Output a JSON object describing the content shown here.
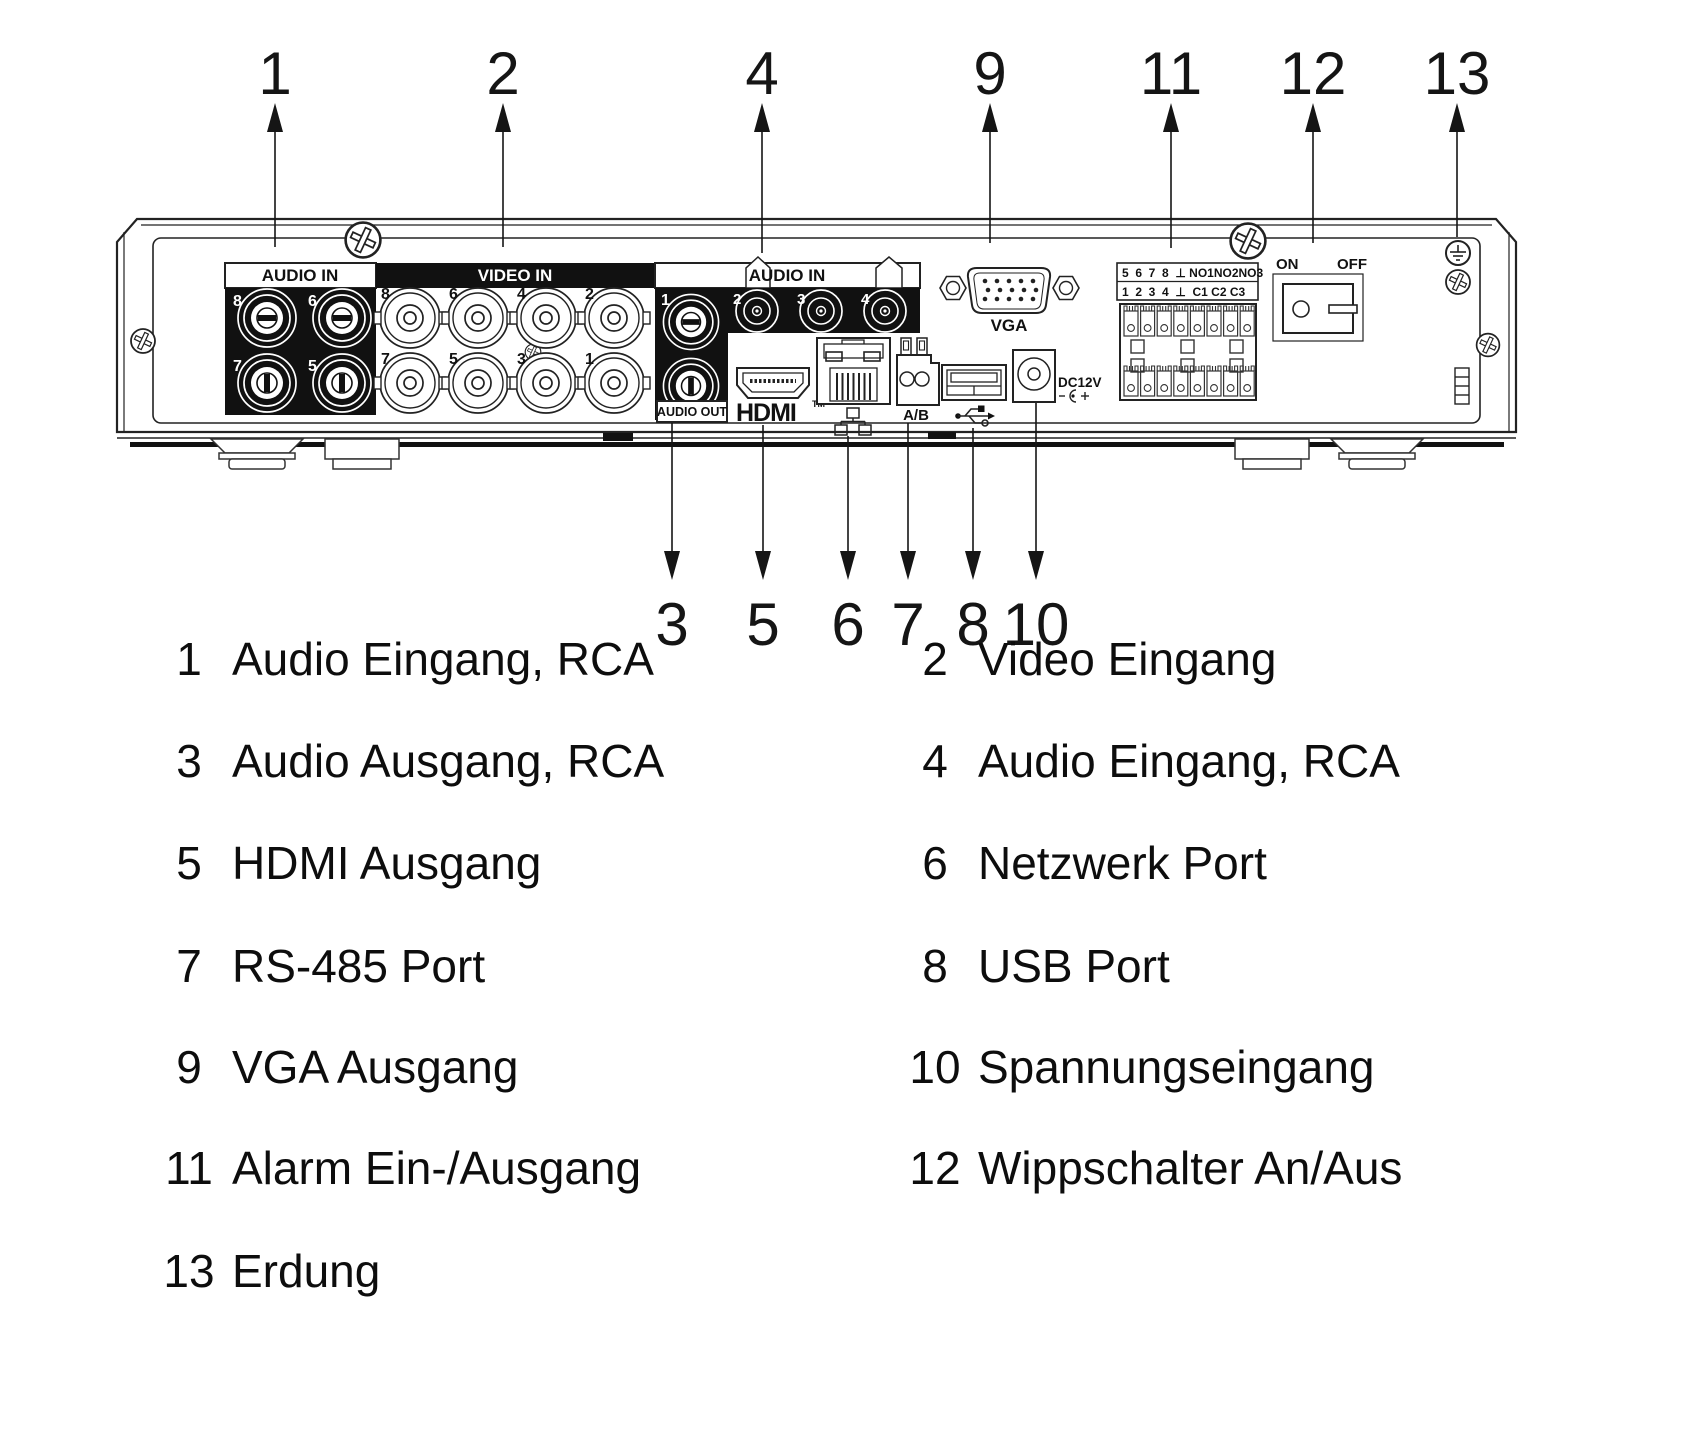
{
  "callouts": {
    "top": [
      "1",
      "2",
      "4",
      "9",
      "11",
      "12",
      "13"
    ],
    "bottom": [
      "3",
      "5",
      "6",
      "7",
      "8",
      "10"
    ]
  },
  "panel": {
    "audio_in_left": {
      "title": "AUDIO IN",
      "jacks": [
        "8",
        "6",
        "7",
        "5"
      ]
    },
    "video_in": {
      "title": "VIDEO IN",
      "jacks_top": [
        "8",
        "6",
        "4",
        "2"
      ],
      "jacks_bottom": [
        "7",
        "5",
        "3",
        "1"
      ]
    },
    "audio_mid": {
      "title": "AUDIO IN",
      "ch1": "1",
      "jacks": [
        "2",
        "3",
        "4"
      ],
      "out_label": "AUDIO OUT"
    },
    "hdmi": {
      "logo": "HDMI",
      "tm": "TM"
    },
    "rs485": {
      "label": "A/B"
    },
    "vga": {
      "label": "VGA"
    },
    "power": {
      "label": "DC12V"
    },
    "alarm": {
      "row1": "5  6  7  8  ⊥ NO1NO2NO3",
      "row2": "1  2  3  4  ⊥  C1 C2 C3"
    },
    "switch": {
      "on": "ON",
      "off": "OFF"
    }
  },
  "legend": {
    "rows": [
      {
        "ln": "1",
        "ll": "Audio Eingang, RCA",
        "rn": "2",
        "rl": "Video Eingang"
      },
      {
        "ln": "3",
        "ll": "Audio Ausgang, RCA",
        "rn": "4",
        "rl": "Audio Eingang, RCA"
      },
      {
        "ln": "5",
        "ll": "HDMI Ausgang",
        "rn": "6",
        "rl": "Netzwerk Port"
      },
      {
        "ln": "7",
        "ll": "RS-485 Port",
        "rn": "8",
        "rl": "USB Port"
      },
      {
        "ln": "9",
        "ll": "VGA Ausgang",
        "rn": "10",
        "rl": "Spannungseingang"
      },
      {
        "ln": "11",
        "ll": "Alarm Ein-/Ausgang",
        "rn": "12",
        "rl": "Wippschalter An/Aus"
      },
      {
        "ln": "13",
        "ll": "Erdung",
        "rn": "",
        "rl": ""
      }
    ]
  }
}
